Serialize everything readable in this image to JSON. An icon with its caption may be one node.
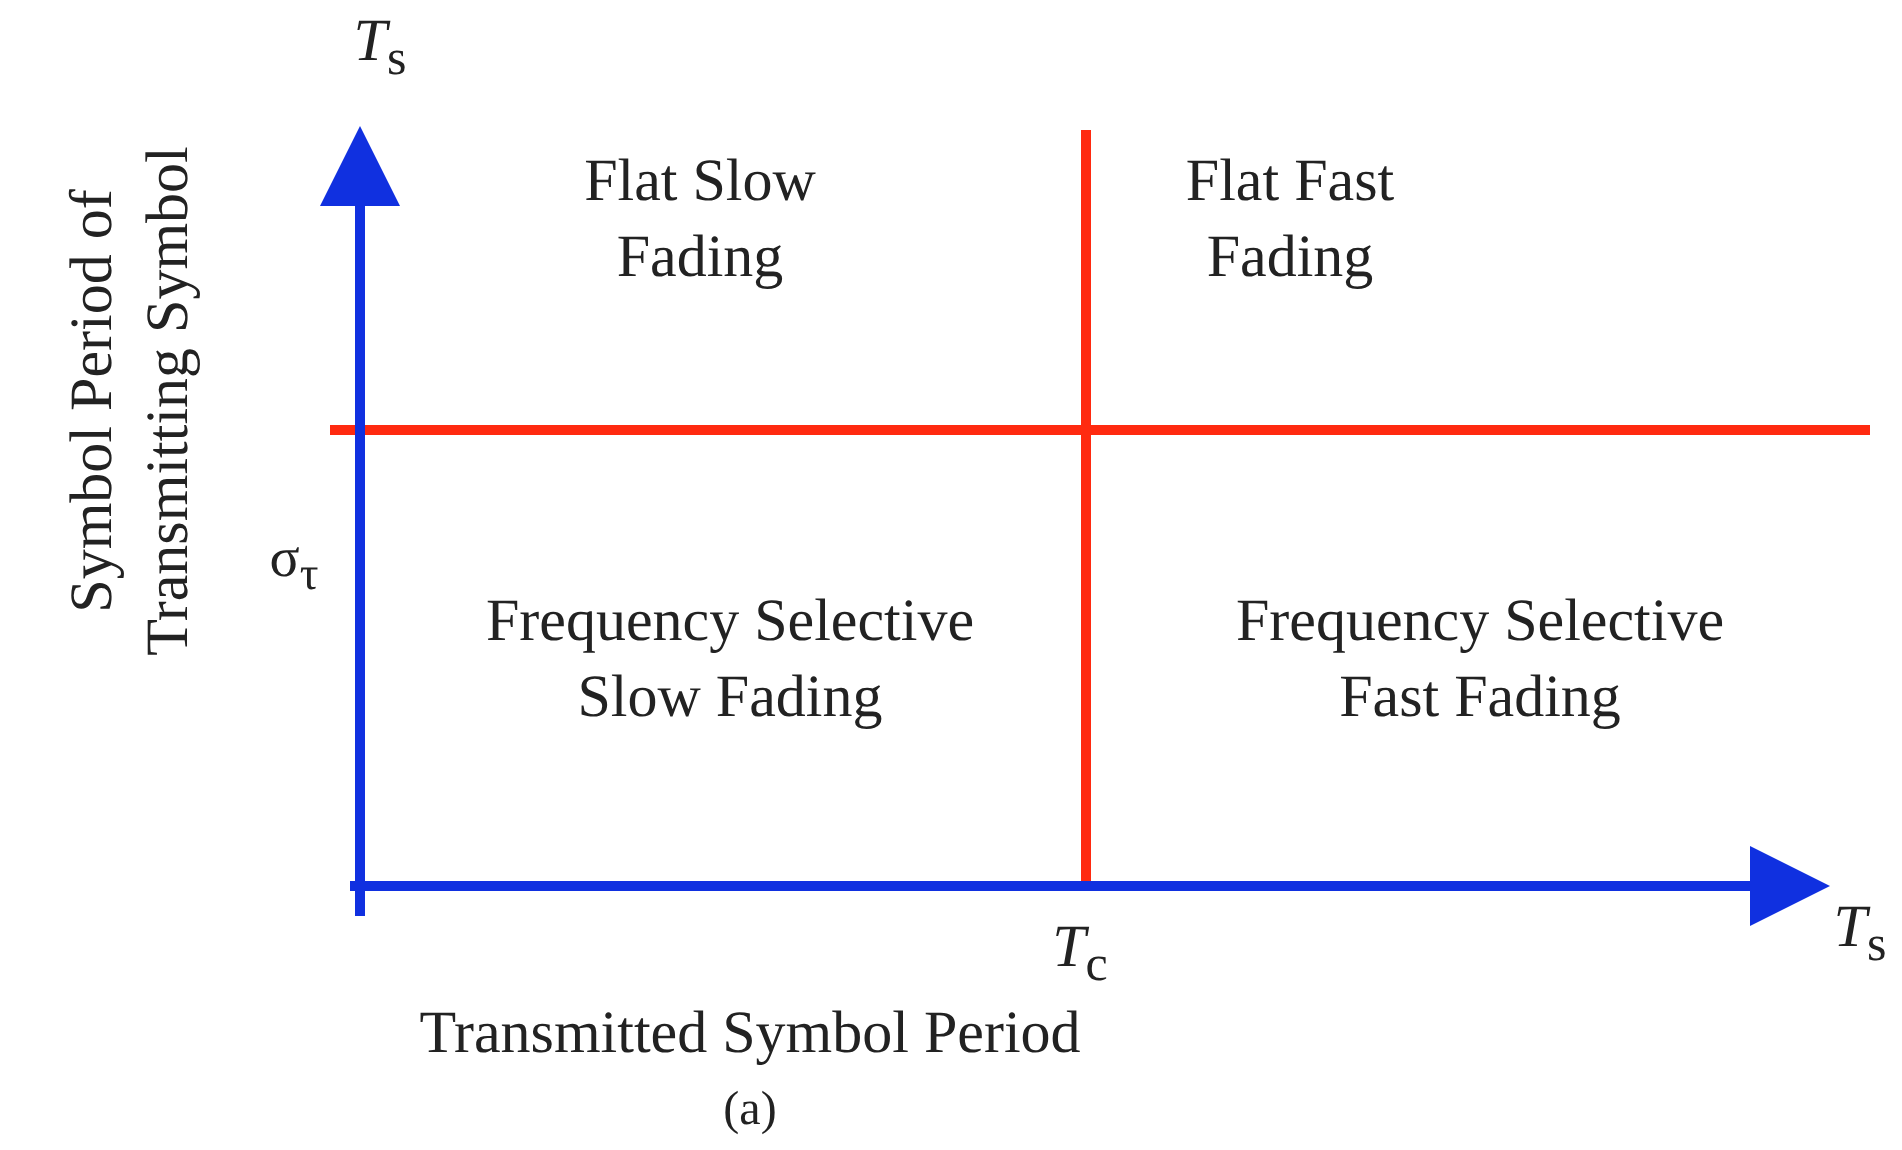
{
  "diagram": {
    "labels": [
      "*T*$_{s}$",
      "Flat Slow Fading",
      "Flat Fast Fading",
      "σ$_{τ}$",
      "Frequency Selective Slow Fading",
      "Frequency Selective Fast Fading",
      "*T*$_{s}$",
      "*T*$_{c}$",
      "Symbol Period of Transmitting Symbol",
      "Transmitted Symbol Period",
      "(a)"
    ]
  }
}
